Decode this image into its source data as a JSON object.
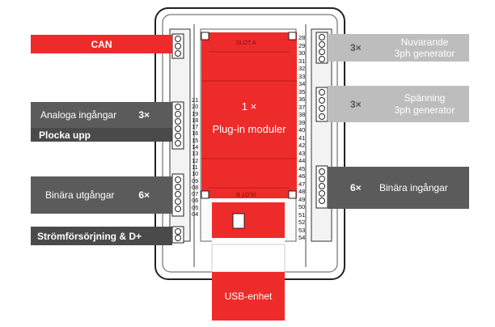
{
  "labels": {
    "can": "CAN",
    "analoga": "Analoga ingångar",
    "analoga_count": "3×",
    "plocka": "Plocka upp",
    "binara_ut": "Binära utgångar",
    "binara_ut_count": "6×",
    "strom": "Strömförsörjning & D+",
    "nuvarande_line1": "Nuvarande",
    "nuvarande_line2": "3ph generator",
    "nuvarande_count": "3×",
    "spanning_line1": "Spänning",
    "spanning_line2": "3ph generator",
    "spanning_count": "3×",
    "binara_in": "Binära ingångar",
    "binara_in_count": "6×",
    "plugin_count": "1 ×",
    "plugin": "Plug-in moduler",
    "usb": "USB-enhet",
    "slot_a": "SLOT A",
    "slot_b": "SLOT B"
  },
  "terminals": {
    "left": [
      "21",
      "20",
      "19",
      "18",
      "17",
      "16",
      "15",
      "14",
      "13",
      "12",
      "11",
      "10",
      "09",
      "08",
      "07",
      "06",
      "05",
      "04"
    ],
    "right": [
      "28",
      "29",
      "30",
      "31",
      "32",
      "33",
      "34",
      "35",
      "36",
      "37",
      "38",
      "39",
      "40",
      "41",
      "42",
      "43",
      "44",
      "45",
      "46",
      "47",
      "48",
      "49",
      "50",
      "51",
      "52",
      "53",
      "54"
    ]
  },
  "colors": {
    "red": "#ee2b2b",
    "dark": "#4a4a4a",
    "light": "#bdbdbd"
  }
}
